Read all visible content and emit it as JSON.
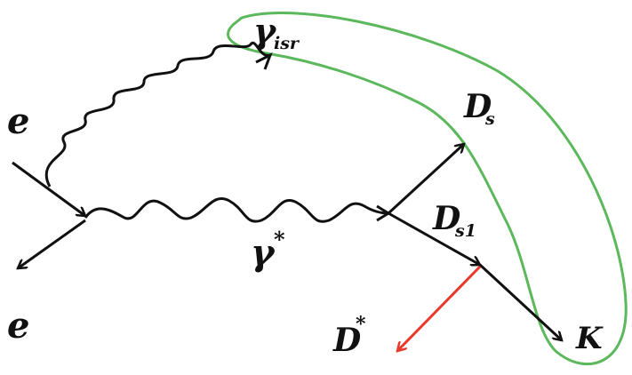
{
  "labels": {
    "electron_in": "e",
    "electron_out": "e",
    "gamma_isr_symbol": "γ",
    "gamma_isr_sub": "isr",
    "gamma_star_symbol": "γ",
    "gamma_star_sup": "*",
    "ds_symbol": "D",
    "ds_sub": "s",
    "ds1_symbol": "D",
    "ds1_sub": "s1",
    "dstar_symbol": "D",
    "dstar_sup": "*",
    "kaon": "K"
  },
  "colors": {
    "lines": "#111111",
    "highlight_outline": "#5cb85c",
    "dstar_arrow": "#e8392a"
  }
}
